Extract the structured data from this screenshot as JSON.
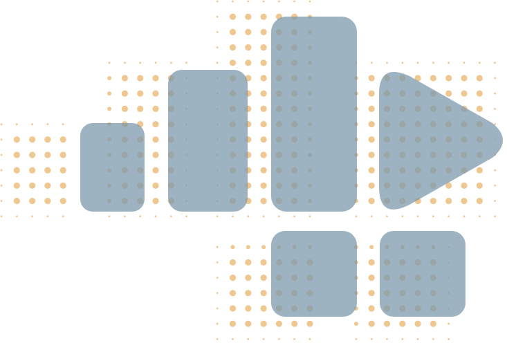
{
  "colors": {
    "background": "#ffffff",
    "dot": "#efc790",
    "shape": "#7e9aae",
    "shape_opacity": 0.75
  },
  "illustration": {
    "shapes": [
      "small-block",
      "medium-block",
      "tall-block",
      "arrow-head",
      "lower-block-left",
      "lower-block-right"
    ]
  }
}
